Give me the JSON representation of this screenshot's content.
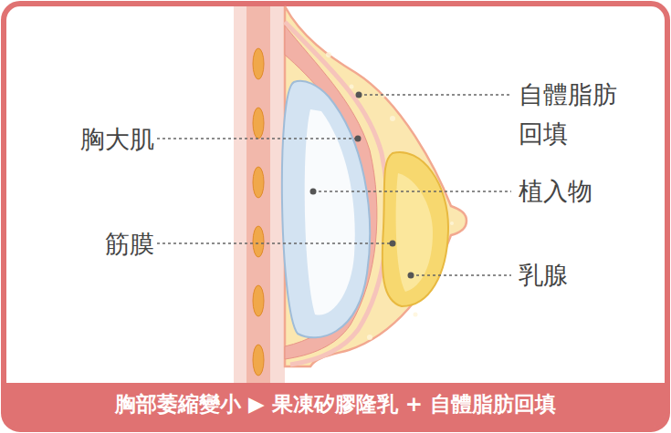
{
  "diagram": {
    "caption": "胸部萎縮變小 ▶ 果凍矽膠隆乳 + 自體脂肪回填",
    "labels": [
      "自體脂肪 回填",
      "胸大肌",
      "植入物",
      "筋膜",
      "乳腺"
    ]
  }
}
